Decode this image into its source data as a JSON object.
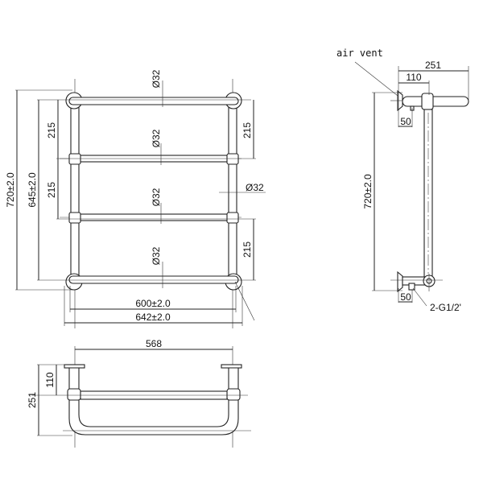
{
  "front_view": {
    "height_overall": "720±2.0",
    "height_centers": "645±2.0",
    "spacing_left_top": "215",
    "spacing_left_mid": "215",
    "spacing_right_top": "215",
    "spacing_right_bottom": "215",
    "rail_dia_1": "Ø32",
    "rail_dia_2": "Ø32",
    "rail_dia_3": "Ø32",
    "rail_dia_4": "Ø32",
    "post_dia": "Ø32",
    "width_centers": "600±2.0",
    "width_overall": "642±2.0"
  },
  "side_view": {
    "air_vent_label": "air vent",
    "depth_overall": "251",
    "depth_center": "110",
    "flange_top": "50",
    "flange_bottom": "50",
    "height": "720±2.0",
    "connection_label": "2-G1/2'"
  },
  "top_view": {
    "width": "568",
    "depth_center": "110",
    "depth_overall": "251"
  }
}
